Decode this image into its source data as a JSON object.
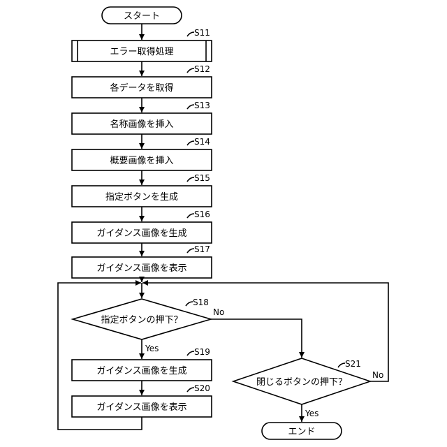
{
  "flow": {
    "start": "スタート",
    "end": "エンド",
    "steps": [
      {
        "id": "S11",
        "label": "エラー取得処理"
      },
      {
        "id": "S12",
        "label": "各データを取得"
      },
      {
        "id": "S13",
        "label": "名称画像を挿入"
      },
      {
        "id": "S14",
        "label": "概要画像を挿入"
      },
      {
        "id": "S15",
        "label": "指定ボタンを生成"
      },
      {
        "id": "S16",
        "label": "ガイダンス画像を生成"
      },
      {
        "id": "S17",
        "label": "ガイダンス画像を表示"
      },
      {
        "id": "S18",
        "label": "指定ボタンの押下？"
      },
      {
        "id": "S19",
        "label": "ガイダンス画像を生成"
      },
      {
        "id": "S20",
        "label": "ガイダンス画像を表示"
      },
      {
        "id": "S21",
        "label": "閉じるボタンの押下？"
      }
    ],
    "edges": {
      "s18_yes": "Yes",
      "s18_no": "No",
      "s21_yes": "Yes",
      "s21_no": "No"
    }
  }
}
